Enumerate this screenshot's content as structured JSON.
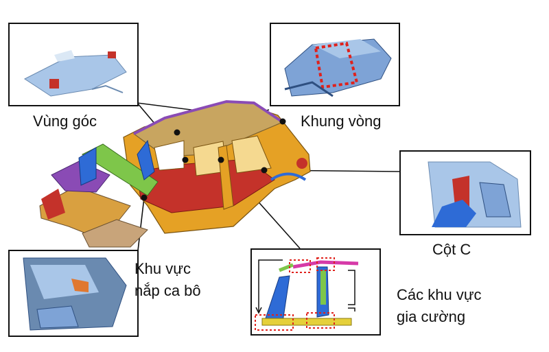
{
  "callouts": {
    "corner_region": "Vùng góc",
    "ring_frame": "Khung vòng",
    "c_pillar": "Cột C",
    "hood_region_line1": "Khu vực",
    "hood_region_line2": "nắp ca bô",
    "reinforcement_line1": "Các khu vực",
    "reinforcement_line2": "gia cường"
  },
  "colors": {
    "roof_gold": "#c8a560",
    "body_orange": "#e5a125",
    "floor_red": "#c4322a",
    "frame_purple": "#8a4bb5",
    "panel_blue": "#2e6bd6",
    "light_blue": "#a9c6e8",
    "green": "#7ec64a",
    "magenta": "#d63aa8",
    "dotted_red": "#e0211b"
  }
}
